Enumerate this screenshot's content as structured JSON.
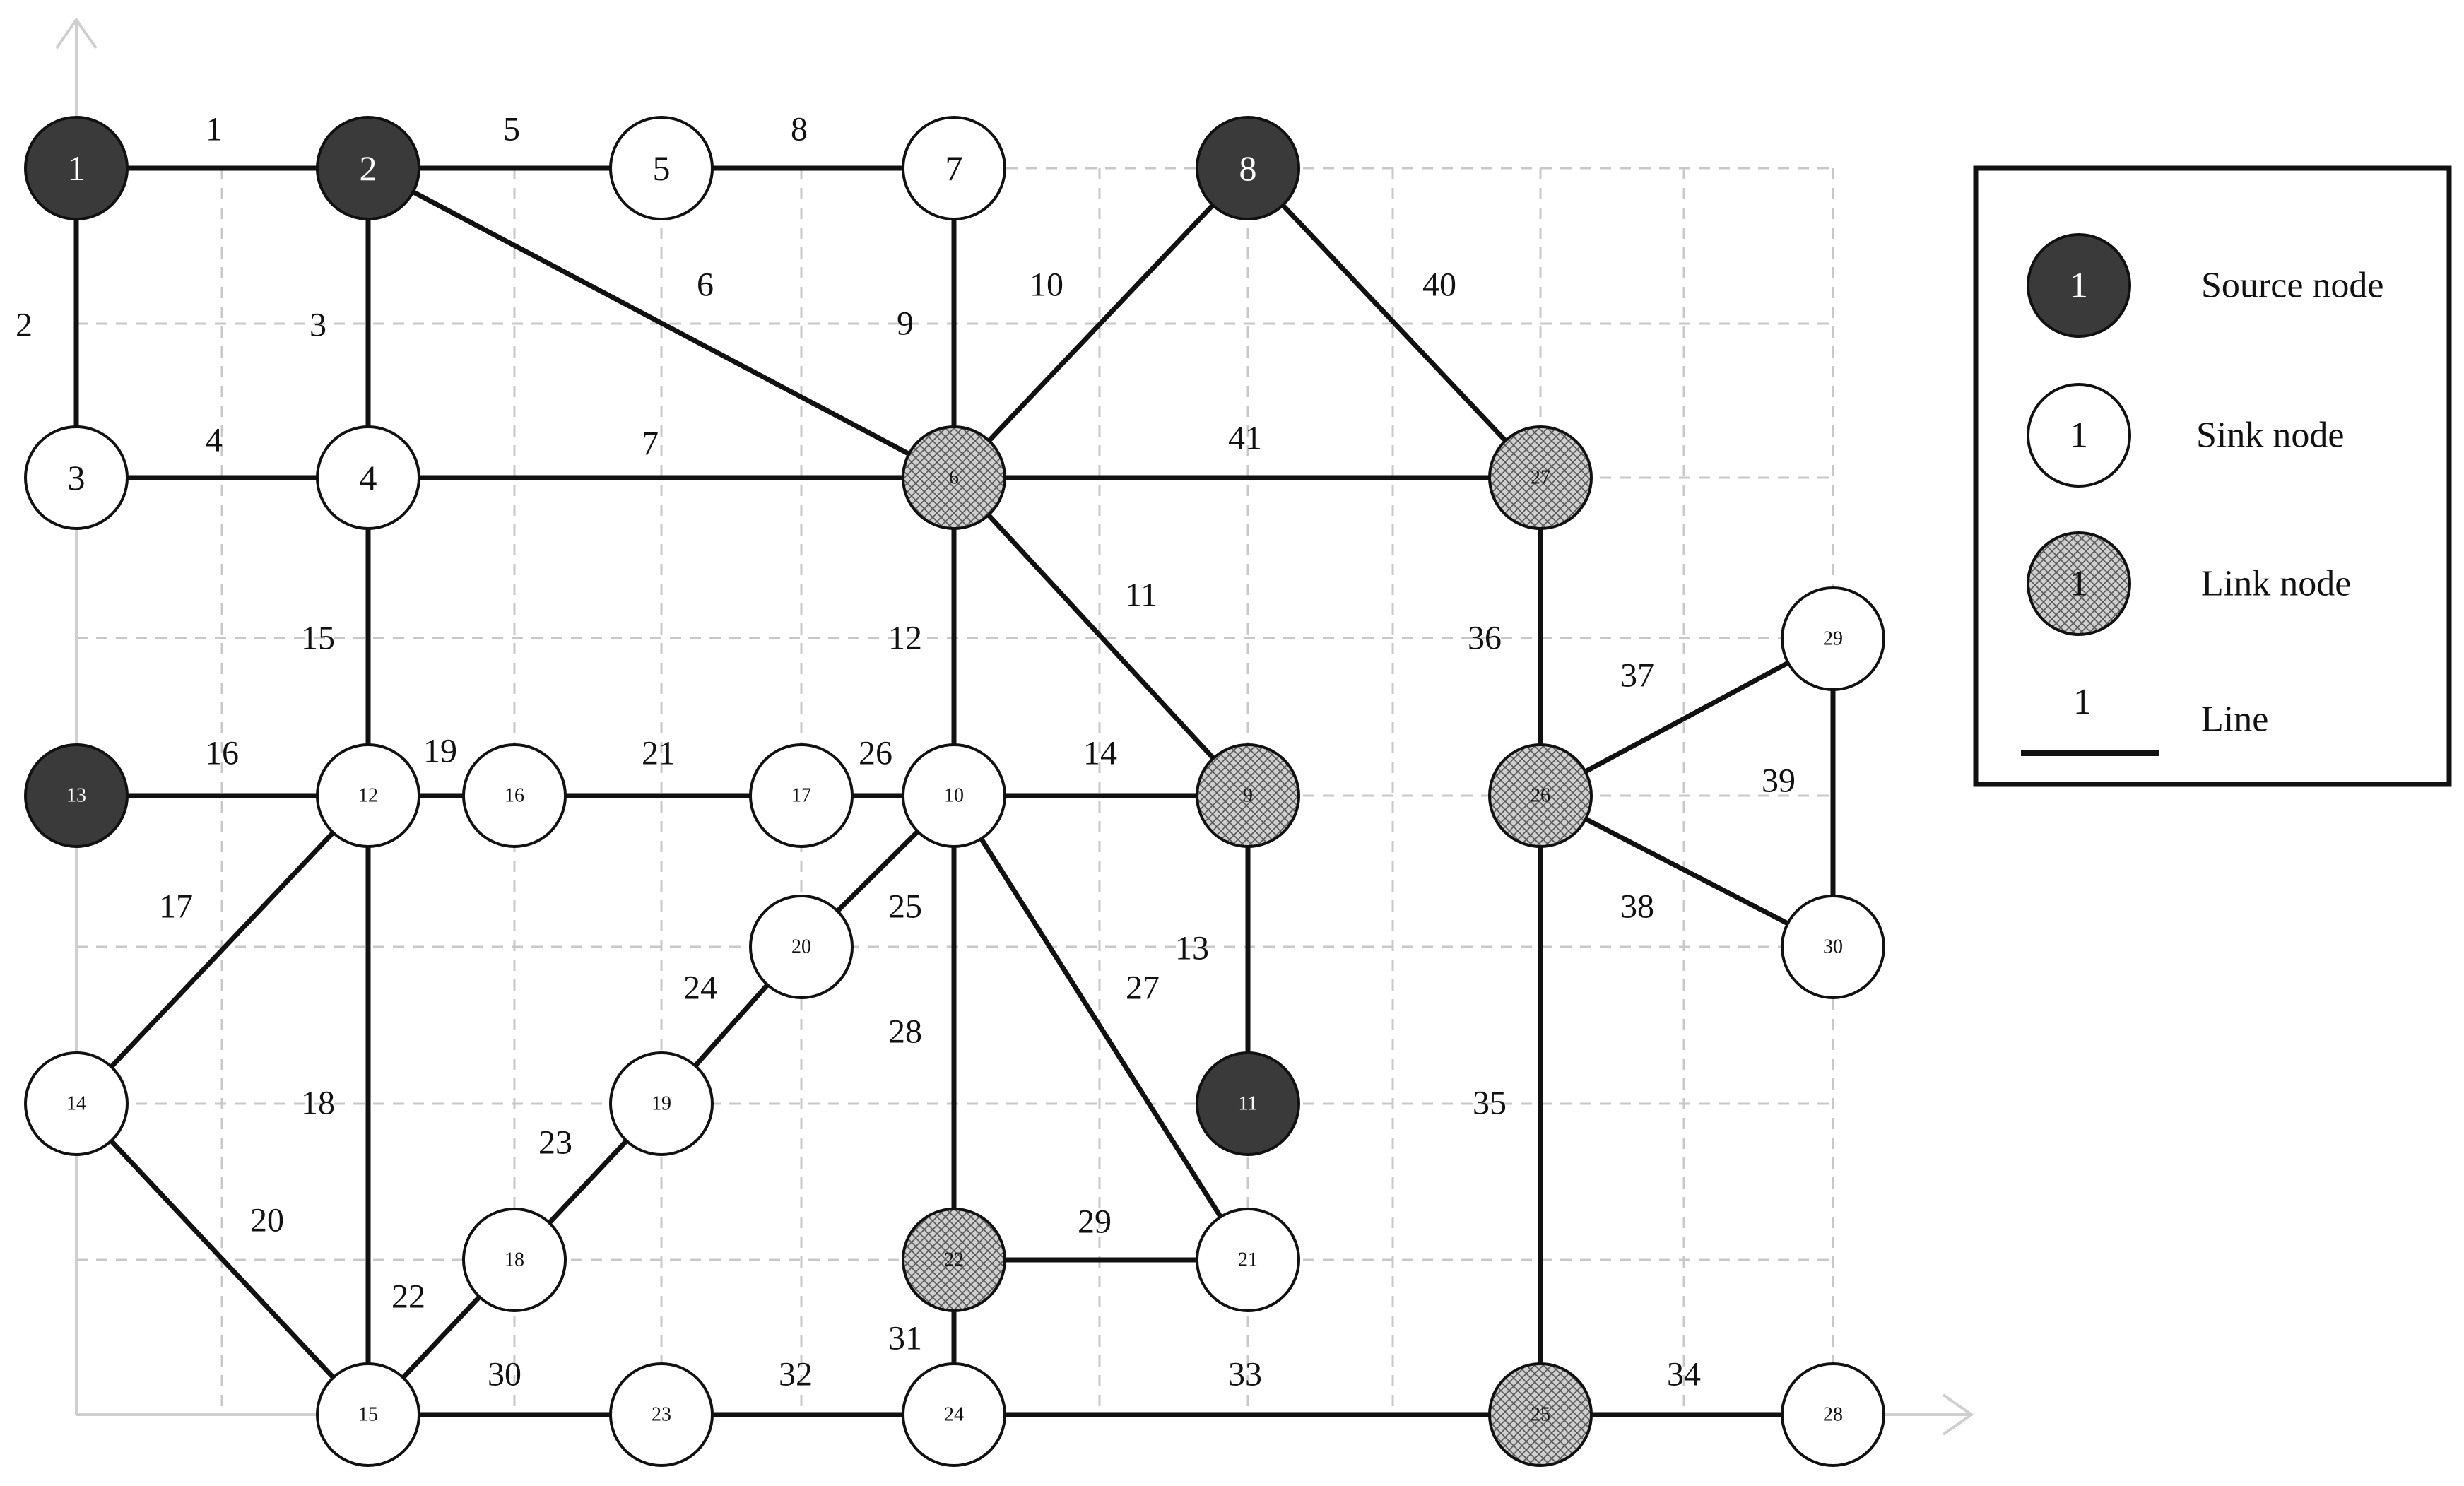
{
  "nodes": [
    {
      "id": "1",
      "type": "source"
    },
    {
      "id": "2",
      "type": "source"
    },
    {
      "id": "3",
      "type": "sink"
    },
    {
      "id": "4",
      "type": "sink"
    },
    {
      "id": "5",
      "type": "sink"
    },
    {
      "id": "6",
      "type": "link"
    },
    {
      "id": "7",
      "type": "sink"
    },
    {
      "id": "8",
      "type": "source"
    },
    {
      "id": "9",
      "type": "link"
    },
    {
      "id": "10",
      "type": "sink"
    },
    {
      "id": "11",
      "type": "source"
    },
    {
      "id": "12",
      "type": "sink"
    },
    {
      "id": "13",
      "type": "source"
    },
    {
      "id": "14",
      "type": "sink"
    },
    {
      "id": "15",
      "type": "sink"
    },
    {
      "id": "16",
      "type": "sink"
    },
    {
      "id": "17",
      "type": "sink"
    },
    {
      "id": "18",
      "type": "sink"
    },
    {
      "id": "19",
      "type": "sink"
    },
    {
      "id": "20",
      "type": "sink"
    },
    {
      "id": "21",
      "type": "sink"
    },
    {
      "id": "22",
      "type": "link"
    },
    {
      "id": "23",
      "type": "sink"
    },
    {
      "id": "24",
      "type": "sink"
    },
    {
      "id": "25",
      "type": "link"
    },
    {
      "id": "26",
      "type": "link"
    },
    {
      "id": "27",
      "type": "link"
    },
    {
      "id": "28",
      "type": "sink"
    },
    {
      "id": "29",
      "type": "sink"
    },
    {
      "id": "30",
      "type": "sink"
    }
  ],
  "lines": [
    {
      "id": "1",
      "from": "1",
      "to": "2"
    },
    {
      "id": "2",
      "from": "1",
      "to": "3"
    },
    {
      "id": "3",
      "from": "2",
      "to": "4"
    },
    {
      "id": "4",
      "from": "3",
      "to": "4"
    },
    {
      "id": "5",
      "from": "2",
      "to": "5"
    },
    {
      "id": "6",
      "from": "2",
      "to": "6"
    },
    {
      "id": "7",
      "from": "4",
      "to": "6"
    },
    {
      "id": "8",
      "from": "5",
      "to": "7"
    },
    {
      "id": "9",
      "from": "7",
      "to": "6"
    },
    {
      "id": "10",
      "from": "8",
      "to": "6"
    },
    {
      "id": "11",
      "from": "6",
      "to": "9"
    },
    {
      "id": "12",
      "from": "6",
      "to": "10"
    },
    {
      "id": "13",
      "from": "9",
      "to": "11"
    },
    {
      "id": "14",
      "from": "10",
      "to": "9"
    },
    {
      "id": "15",
      "from": "4",
      "to": "12"
    },
    {
      "id": "16",
      "from": "13",
      "to": "12"
    },
    {
      "id": "17",
      "from": "12",
      "to": "14"
    },
    {
      "id": "18",
      "from": "12",
      "to": "15"
    },
    {
      "id": "19",
      "from": "12",
      "to": "16"
    },
    {
      "id": "20",
      "from": "14",
      "to": "15"
    },
    {
      "id": "21",
      "from": "16",
      "to": "17"
    },
    {
      "id": "22",
      "from": "15",
      "to": "18"
    },
    {
      "id": "23",
      "from": "18",
      "to": "19"
    },
    {
      "id": "24",
      "from": "19",
      "to": "20"
    },
    {
      "id": "25",
      "from": "20",
      "to": "10"
    },
    {
      "id": "26",
      "from": "17",
      "to": "10"
    },
    {
      "id": "27",
      "from": "10",
      "to": "21"
    },
    {
      "id": "28",
      "from": "10",
      "to": "22"
    },
    {
      "id": "29",
      "from": "22",
      "to": "21"
    },
    {
      "id": "30",
      "from": "15",
      "to": "23"
    },
    {
      "id": "31",
      "from": "22",
      "to": "24"
    },
    {
      "id": "32",
      "from": "23",
      "to": "24"
    },
    {
      "id": "33",
      "from": "24",
      "to": "25"
    },
    {
      "id": "34",
      "from": "25",
      "to": "28"
    },
    {
      "id": "35",
      "from": "26",
      "to": "25"
    },
    {
      "id": "36",
      "from": "27",
      "to": "26"
    },
    {
      "id": "37",
      "from": "26",
      "to": "29"
    },
    {
      "id": "38",
      "from": "26",
      "to": "30"
    },
    {
      "id": "39",
      "from": "29",
      "to": "30"
    },
    {
      "id": "40",
      "from": "8",
      "to": "27"
    },
    {
      "id": "41",
      "from": "6",
      "to": "27"
    }
  ],
  "legend": {
    "source": {
      "symbol": "1",
      "label": "Source node"
    },
    "sink": {
      "symbol": "1",
      "label": "Sink node"
    },
    "link": {
      "symbol": "1",
      "label": "Link node"
    },
    "line": {
      "symbol": "1",
      "label": "Line"
    }
  },
  "colors": {
    "source_fill": "#3a3a3a",
    "sink_fill": "#ffffff",
    "link_fill": "#bdbdbd",
    "line": "#111111",
    "grid": "#c8c8c8"
  }
}
